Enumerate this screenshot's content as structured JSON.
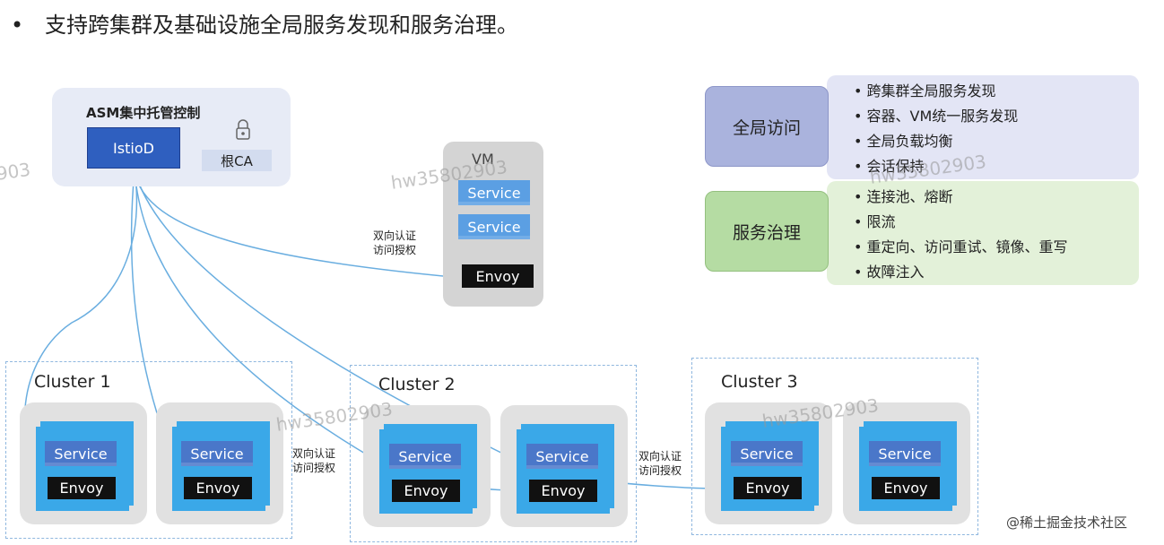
{
  "headline": {
    "bullet": "•",
    "text": "支持跨集群及基础设施全局服务发现和服务治理。"
  },
  "control_plane": {
    "title": "ASM集中托管控制",
    "istiod": "IstioD",
    "root_ca": "根CA"
  },
  "vm": {
    "label": "VM",
    "services": [
      "Service",
      "Service"
    ],
    "envoy": "Envoy"
  },
  "mtls_label_1": "双向认证",
  "mtls_label_2": "访问授权",
  "clusters": [
    {
      "title": "Cluster 1",
      "pods": [
        {
          "service": "Service",
          "envoy": "Envoy"
        },
        {
          "service": "Service",
          "envoy": "Envoy"
        }
      ]
    },
    {
      "title": "Cluster 2",
      "pods": [
        {
          "service": "Service",
          "envoy": "Envoy"
        },
        {
          "service": "Service",
          "envoy": "Envoy"
        }
      ]
    },
    {
      "title": "Cluster 3",
      "pods": [
        {
          "service": "Service",
          "envoy": "Envoy"
        },
        {
          "service": "Service",
          "envoy": "Envoy"
        }
      ]
    }
  ],
  "features": {
    "global_access": {
      "label": "全局访问",
      "items": [
        "跨集群全局服务发现",
        "容器、VM统一服务发现",
        "全局负载均衡",
        "会话保持"
      ]
    },
    "governance": {
      "label": "服务治理",
      "items": [
        "连接池、熔断",
        "限流",
        "重定向、访问重试、镜像、重写",
        "故障注入"
      ]
    }
  },
  "watermark": "hw35802903",
  "watermark_partial": "903",
  "credit": "@稀土掘金技术社区",
  "colors": {
    "istiod": "#2f5fbf",
    "global_access_label": "#aab3dd",
    "governance_label": "#b5dca3",
    "global_access_list": "#e3e5f5",
    "governance_list": "#e3f1d9",
    "line": "#6aaee0",
    "cluster_border": "#8fb7df"
  }
}
